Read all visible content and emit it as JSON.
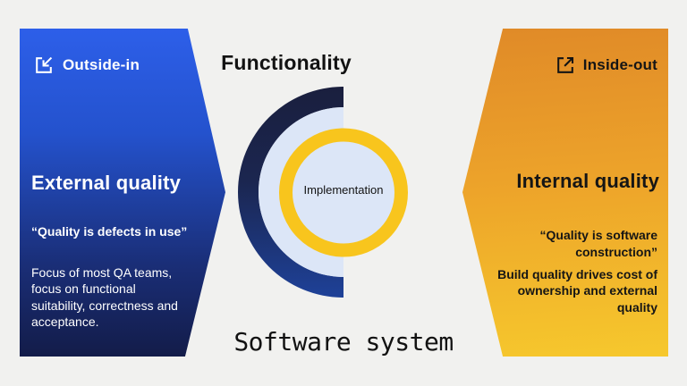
{
  "colors": {
    "background": "#f1f1ef",
    "blue_gradient_top": "#2d5fe9",
    "blue_gradient_bottom": "#131c49",
    "orange_gradient_top": "#e08a28",
    "orange_gradient_bottom": "#f6c82d",
    "ring_gradient_top": "#1a1f3e",
    "ring_gradient_bottom": "#1e4198",
    "yellow_ring": "#f8c51d",
    "light_blue_fill": "#dce6f7",
    "text_light": "#ffffff",
    "text_dark": "#151515"
  },
  "left_panel": {
    "icon": "arrow-into-box-icon",
    "title": "Outside-in",
    "heading": "External quality",
    "quote": "“Quality is defects in use”",
    "body_lines": [
      "Focus of most QA teams,",
      "focus on functional",
      "suitability, correctness and",
      "acceptance."
    ]
  },
  "right_panel": {
    "icon": "arrow-out-of-box-icon",
    "title": "Inside-out",
    "heading": "Internal quality",
    "quote_lines": [
      "“Quality is software",
      "construction”"
    ],
    "body_lines": [
      "Build quality drives cost of",
      "ownership and external",
      "quality"
    ]
  },
  "center": {
    "top_label": "Functionality",
    "inner_label": "Implementation",
    "bottom_label": "Software system"
  }
}
